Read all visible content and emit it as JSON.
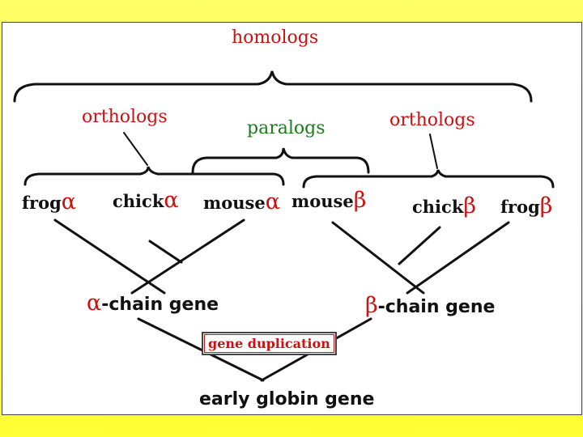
{
  "labels": {
    "homologs": "homologs",
    "orthologs_left": "orthologs",
    "paralogs": "paralogs",
    "orthologs_right": "orthologs"
  },
  "species": [
    {
      "name": "frog",
      "greek": "α"
    },
    {
      "name": "chick",
      "greek": "α"
    },
    {
      "name": "mouse",
      "greek": "α"
    },
    {
      "name": "mouse",
      "greek": "β"
    },
    {
      "name": "chick",
      "greek": "β"
    },
    {
      "name": "frog",
      "greek": "β"
    }
  ],
  "genes": {
    "alpha_greek": "α",
    "alpha_label": "-chain gene",
    "beta_greek": "β",
    "beta_label": "-chain gene",
    "duplication": "gene duplication",
    "early": "early globin gene"
  },
  "colors": {
    "red": "#cc1111",
    "green": "#1d7a1d",
    "yellow_background": "#ffff33"
  }
}
